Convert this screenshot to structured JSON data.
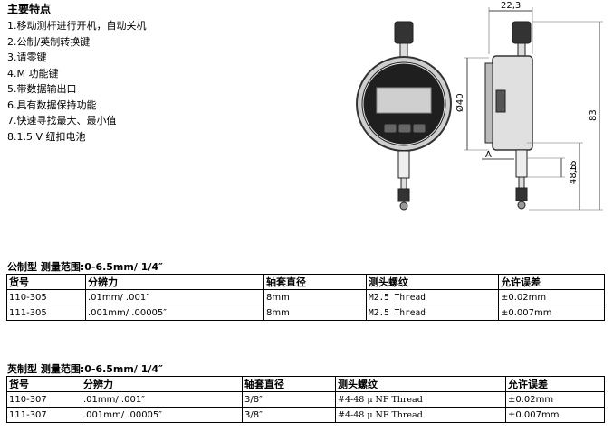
{
  "features": {
    "title": "主要特点",
    "items": [
      "1.移动测杆进行开机，自动关机",
      "2.公制/英制转换键",
      "3.请零键",
      "4.M 功能键",
      "5.带数据输出口",
      "6.具有数据保持功能",
      "7.快速寻找最大、最小值",
      "8.1.5 V 纽扣电池"
    ]
  },
  "drawing": {
    "dim_width": "22,3",
    "dim_diameter": "Ø40",
    "dim_height": "83",
    "dim_mid": "48,5",
    "dim_low": "15",
    "label_a": "A"
  },
  "metric": {
    "title": "公制型 测量范围:0-6.5mm/ 1/4″",
    "headers": [
      "货号",
      "分辨力",
      "轴套直径",
      "测头螺纹",
      "允许误差"
    ],
    "rows": [
      [
        "110-305",
        ".01mm/ .001″",
        "8mm",
        "M2.5 Thread",
        "±0.02mm"
      ],
      [
        "111-305",
        ".001mm/ .00005″",
        "8mm",
        "M2.5 Thread",
        "±0.007mm"
      ]
    ]
  },
  "imperial": {
    "title": "英制型 测量范围:0-6.5mm/ 1/4″",
    "headers": [
      "货号",
      "分辨力",
      "轴套直径",
      "测头螺纹",
      "允许误差"
    ],
    "rows": [
      [
        "110-307",
        ".01mm/ .001″",
        "3/8″",
        "#4-48 μ NF Thread",
        "±0.02mm"
      ],
      [
        "111-307",
        ".001mm/ .00005″",
        "3/8″",
        "#4-48 μ NF Thread",
        "±0.007mm"
      ]
    ]
  }
}
